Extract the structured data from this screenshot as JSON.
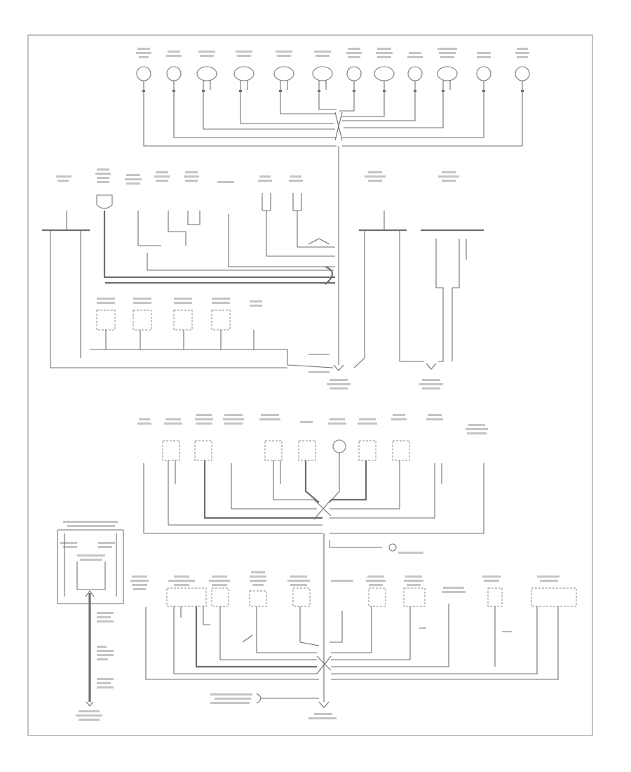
{
  "diagram": {
    "page_ref": "",
    "ground_labels": [
      {
        "id": "g1",
        "label": ""
      },
      {
        "id": "g2",
        "label": ""
      },
      {
        "id": "g3",
        "label": ""
      },
      {
        "id": "g4",
        "label": ""
      },
      {
        "id": "g5",
        "label": ""
      }
    ],
    "colors": {
      "frame": "#9a9a9a",
      "wire": "#6e6e6e",
      "component": "#8a8a8a",
      "label": "#a0a0a0"
    }
  }
}
